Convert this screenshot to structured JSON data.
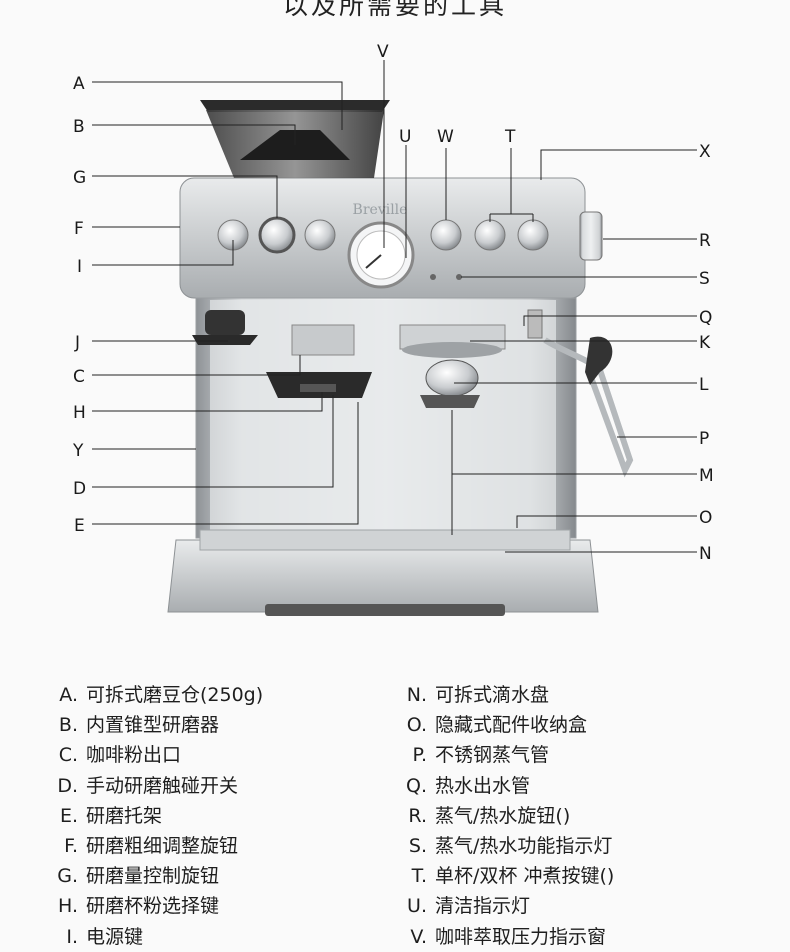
{
  "title": "以及所需要的工具",
  "machine_brand": "Breville",
  "callouts": [
    "A",
    "B",
    "G",
    "F",
    "I",
    "J",
    "C",
    "H",
    "Y",
    "D",
    "E",
    "V",
    "U",
    "W",
    "T",
    "X",
    "R",
    "S",
    "Q",
    "K",
    "L",
    "P",
    "M",
    "O",
    "N"
  ],
  "legend_left": [
    {
      "key": "A.",
      "text": "可拆式磨豆仓(250g)"
    },
    {
      "key": "B.",
      "text": "内置锥型研磨器"
    },
    {
      "key": "C.",
      "text": "咖啡粉出口"
    },
    {
      "key": "D.",
      "text": "手动研磨触碰开关"
    },
    {
      "key": "E.",
      "text": "研磨托架"
    },
    {
      "key": "F.",
      "text": "研磨粗细调整旋钮"
    },
    {
      "key": "G.",
      "text": "研磨量控制旋钮"
    },
    {
      "key": "H.",
      "text": "研磨杯粉选择键"
    },
    {
      "key": "I.",
      "text": "电源键"
    }
  ],
  "legend_right": [
    {
      "key": "N.",
      "text": "可拆式滴水盘"
    },
    {
      "key": "O.",
      "text": "隐藏式配件收纳盒"
    },
    {
      "key": "P.",
      "text": "不锈钢蒸气管"
    },
    {
      "key": "Q.",
      "text": "热水出水管"
    },
    {
      "key": "R.",
      "text": "蒸气/热水旋钮(",
      "icons": [
        "steam-icon",
        "hot-water-icon"
      ],
      "suffix": ")"
    },
    {
      "key": "S.",
      "text": "蒸气/热水功能指示灯"
    },
    {
      "key": "T.",
      "text": "单杯/双杯 冲煮按键(",
      "icons": [
        "single-cup-icon",
        "double-cup-icon"
      ],
      "suffix": ")"
    },
    {
      "key": "U.",
      "text": "清洁指示灯"
    },
    {
      "key": "V.",
      "text": "咖啡萃取压力指示窗"
    }
  ]
}
